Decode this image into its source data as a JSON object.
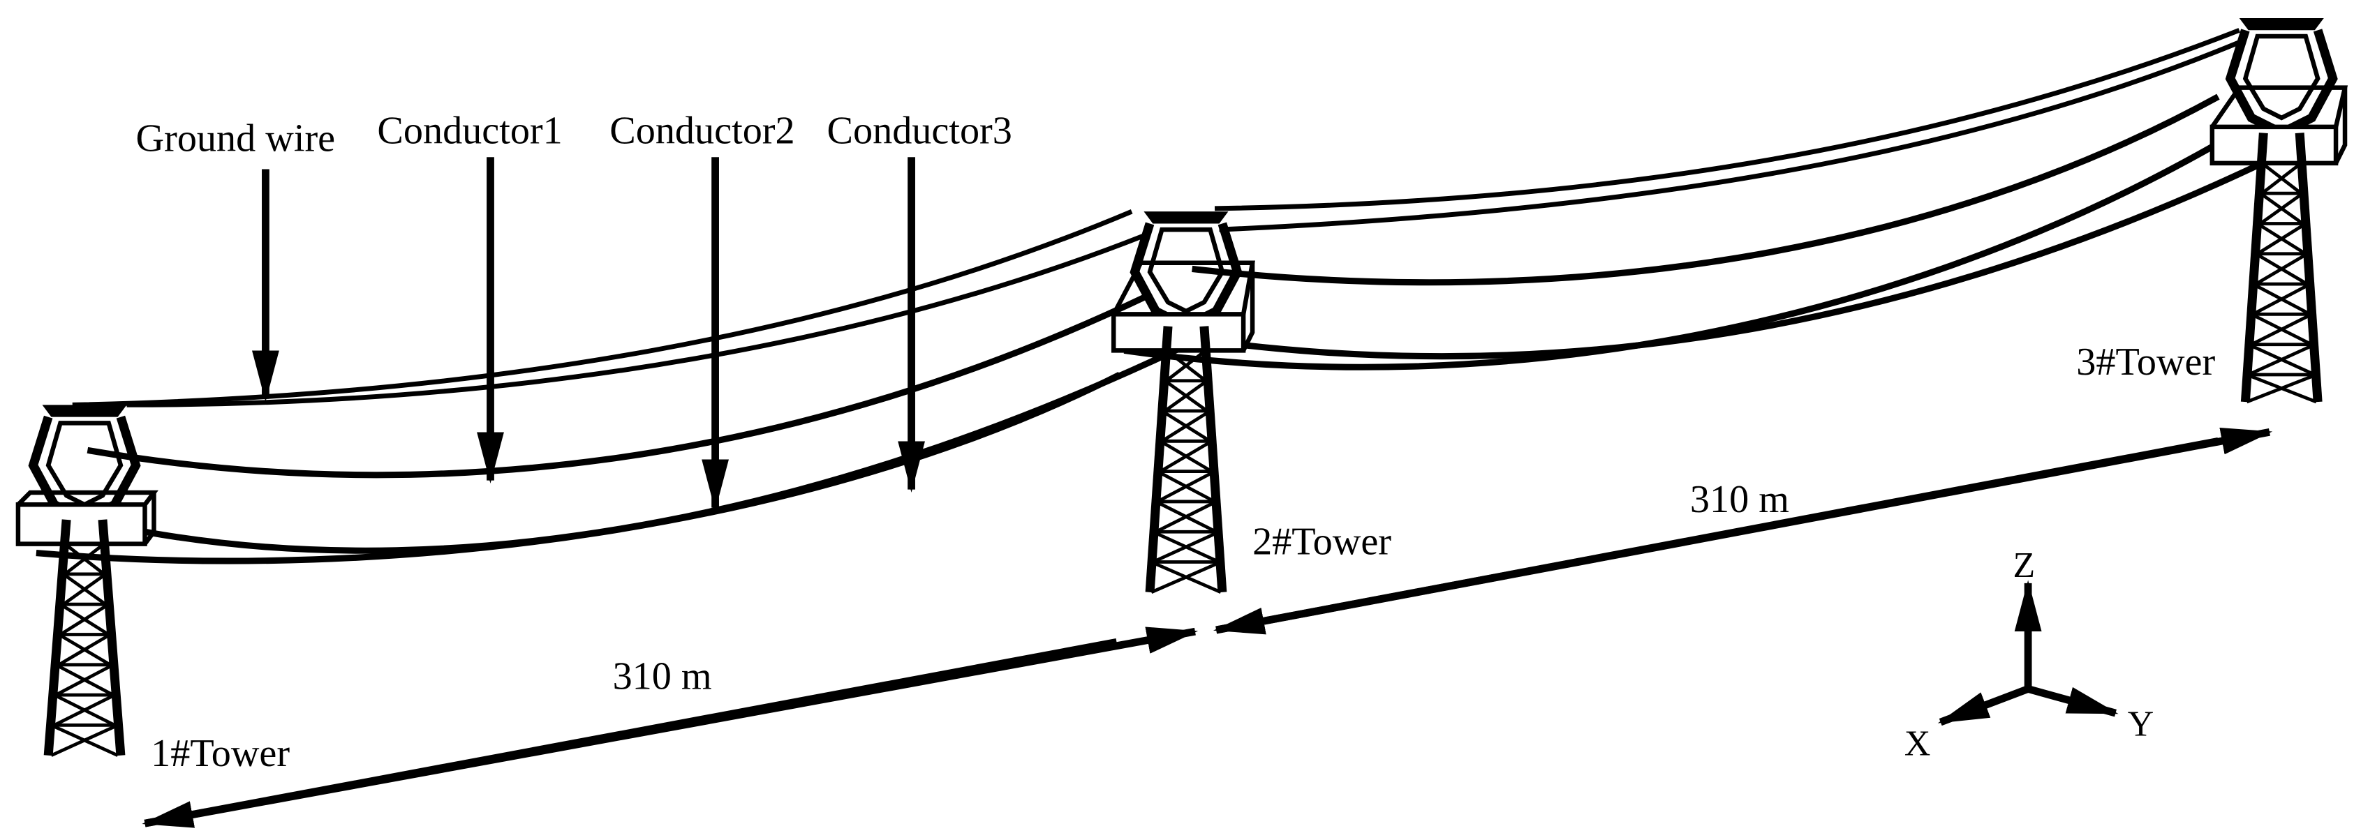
{
  "labels": {
    "ground_wire": "Ground wire",
    "conductor1": "Conductor1",
    "conductor2": "Conductor2",
    "conductor3": "Conductor3",
    "tower1": "1#Tower",
    "tower2": "2#Tower",
    "tower3": "3#Tower"
  },
  "spans": [
    {
      "from": "1#Tower",
      "to": "2#Tower",
      "label": "310 m"
    },
    {
      "from": "2#Tower",
      "to": "3#Tower",
      "label": "310 m"
    }
  ],
  "axes": {
    "z": "Z",
    "x": "X",
    "y": "Y"
  },
  "colors": {
    "line": "#000000",
    "background": "#ffffff"
  }
}
